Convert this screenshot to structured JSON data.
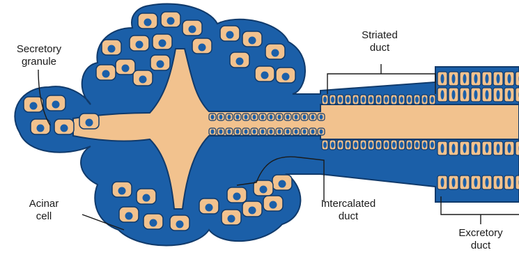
{
  "labels": {
    "secretory_granule": "Secretory\ngranule",
    "striated_duct": "Striated\nduct",
    "acinar_cell": "Acinar\ncell",
    "intercalated_duct": "Intercalated\nduct",
    "excretory_duct": "Excretory\nduct"
  },
  "colors": {
    "wall": "#1b5fa8",
    "lumen": "#f2c28e",
    "nucleus": "#1b5fa8",
    "outline": "#103a6b",
    "leader_line": "#1a1a1a"
  }
}
